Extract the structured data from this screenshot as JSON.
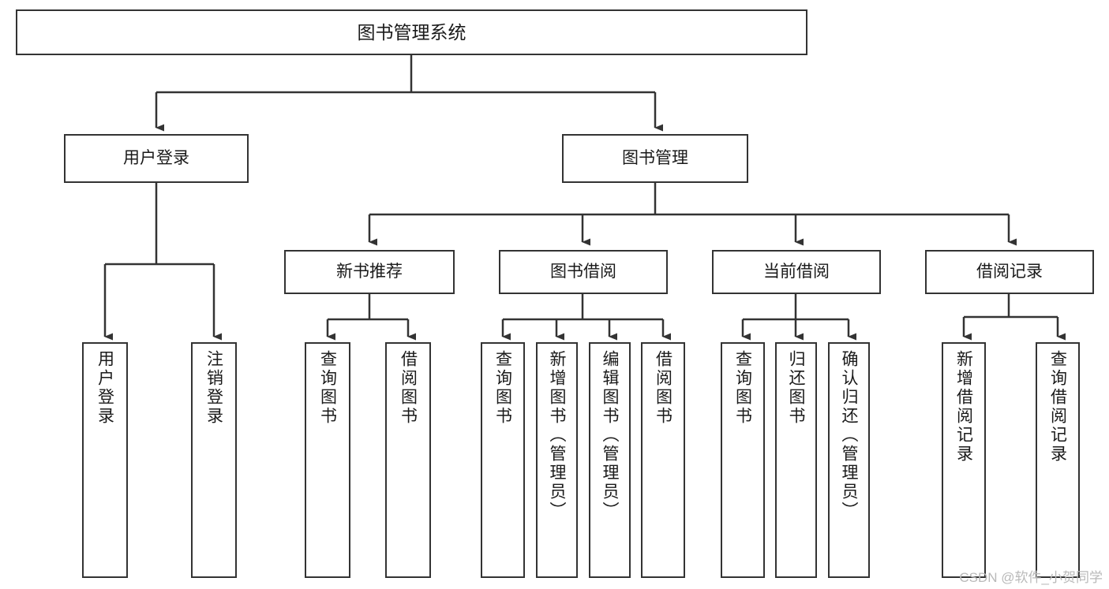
{
  "diagram": {
    "type": "tree-hierarchy",
    "title": "图书管理系统",
    "watermark": "CSDN @软件_小贺同学",
    "colors": {
      "box_border": "#333333",
      "box_fill": "#ffffff",
      "connector": "#333333",
      "text": "#1a1a1a",
      "watermark": "#b9b9b9"
    },
    "nodes": {
      "root": {
        "label": "图书管理系统"
      },
      "level2": [
        {
          "id": "user-login",
          "label": "用户登录"
        },
        {
          "id": "book-manage",
          "label": "图书管理"
        }
      ],
      "level3": [
        {
          "id": "new-book-recommend",
          "label": "新书推荐"
        },
        {
          "id": "book-borrow",
          "label": "图书借阅"
        },
        {
          "id": "current-borrow",
          "label": "当前借阅"
        },
        {
          "id": "borrow-record",
          "label": "借阅记录"
        }
      ],
      "leaves": {
        "user_login": [
          {
            "id": "leaf-user-login",
            "label": "用户登录"
          },
          {
            "id": "leaf-logout",
            "label": "注销登录"
          }
        ],
        "new_book_recommend": [
          {
            "id": "leaf-query-book-1",
            "label": "查询图书"
          },
          {
            "id": "leaf-borrow-book-1",
            "label": "借阅图书"
          }
        ],
        "book_borrow": [
          {
            "id": "leaf-query-book-2",
            "label": "查询图书"
          },
          {
            "id": "leaf-add-book",
            "label": "新增图书（管理员）"
          },
          {
            "id": "leaf-edit-book",
            "label": "编辑图书（管理员）"
          },
          {
            "id": "leaf-borrow-book-2",
            "label": "借阅图书"
          }
        ],
        "current_borrow": [
          {
            "id": "leaf-query-book-3",
            "label": "查询图书"
          },
          {
            "id": "leaf-return-book",
            "label": "归还图书"
          },
          {
            "id": "leaf-confirm-return",
            "label": "确认归还（管理员）"
          }
        ],
        "borrow_record": [
          {
            "id": "leaf-add-record",
            "label": "新增借阅记录"
          },
          {
            "id": "leaf-query-record",
            "label": "查询借阅记录"
          }
        ]
      }
    }
  }
}
